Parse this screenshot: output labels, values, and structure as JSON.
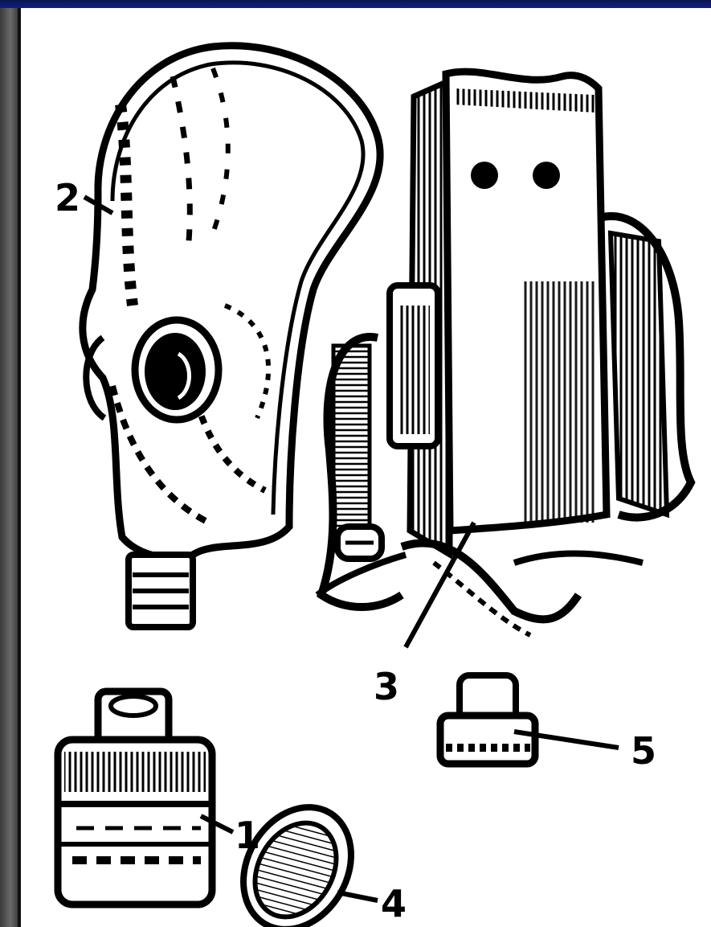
{
  "figure": {
    "callouts": [
      "1",
      "2",
      "3",
      "4",
      "5"
    ]
  }
}
